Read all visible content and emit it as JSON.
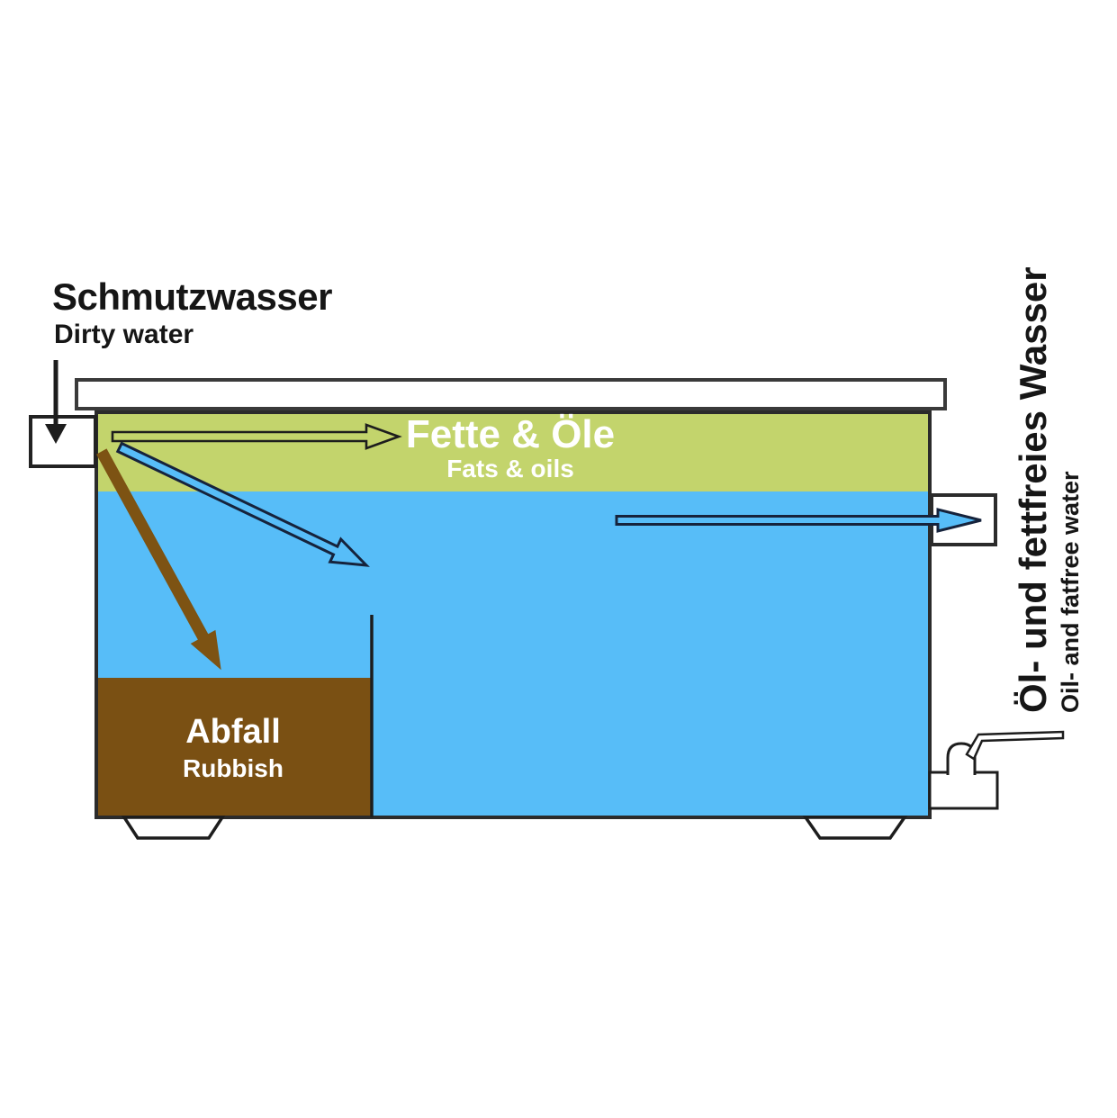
{
  "labels": {
    "inlet_title": "Schmutzwasser",
    "inlet_subtitle": "Dirty water",
    "outlet_title": "Öl- und fettfreies Wasser",
    "outlet_subtitle": "Oil- and fatfree water",
    "fats_title": "Fette & Öle",
    "fats_subtitle": "Fats & oils",
    "rubbish_title": "Abfall",
    "rubbish_subtitle": "Rubbish"
  },
  "colors": {
    "fats_layer": "#c3d46c",
    "water": "#57bdf8",
    "rubbish": "#7a5013",
    "arrow_brown": "#7d5313",
    "arrow_dark_outline": "#16233c",
    "line_black": "#1d1d1d",
    "shape_white": "#ffffff"
  }
}
